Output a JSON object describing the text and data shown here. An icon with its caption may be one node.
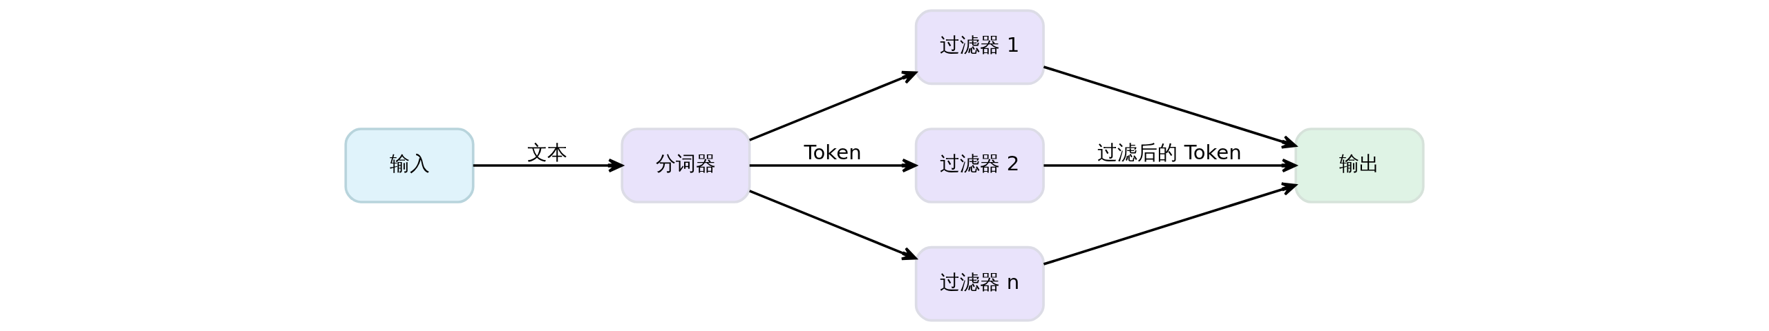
{
  "diagram": {
    "nodes": [
      {
        "text": [
          "输入"
        ]
      },
      {
        "text": [
          "分词器"
        ]
      },
      {
        "text": [
          "过滤器 1"
        ]
      },
      {
        "text": [
          "过滤器 2"
        ]
      },
      {
        "text": [
          "过滤器 n"
        ]
      },
      {
        "text": [
          "输出"
        ]
      }
    ],
    "edges": [
      {
        "from": 0,
        "to": 1,
        "arrow": "to",
        "label": "文本"
      },
      {
        "from": 1,
        "to": 2,
        "arrow": "to"
      },
      {
        "from": 1,
        "to": 3,
        "arrow": "to",
        "label": "Token"
      },
      {
        "from": 1,
        "to": 4,
        "arrow": "to"
      },
      {
        "from": 2,
        "to": 5,
        "arrow": "to"
      },
      {
        "from": 3,
        "to": 5,
        "arrow": "to",
        "label": "过滤后的 Token"
      },
      {
        "from": 4,
        "to": 5,
        "arrow": "to"
      }
    ]
  }
}
